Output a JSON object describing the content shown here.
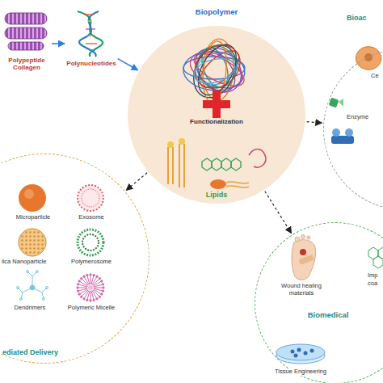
{
  "diagram": {
    "nodes": [
      {
        "text": [
          "Biopolymer",
          "Functionalization",
          "Lipids"
        ]
      },
      {
        "text": [
          "Polypeptide Collagen"
        ]
      },
      {
        "text": [
          "Polynucleotides"
        ]
      },
      {
        "text": [
          "ediated Delivery"
        ]
      },
      {
        "text": [
          "Bioac"
        ]
      },
      {
        "text": [
          "Biomedical"
        ]
      }
    ],
    "edges": [
      {
        "from": 1,
        "to": 2,
        "arrow": "to"
      },
      {
        "from": 2,
        "to": 0,
        "arrow": "to"
      },
      {
        "from": 0,
        "to": 3,
        "arrow": "to"
      },
      {
        "from": 0,
        "to": 4,
        "arrow": "to"
      },
      {
        "from": 0,
        "to": 5,
        "arrow": "to"
      }
    ],
    "labels": [
      "Microparticle",
      "Exosome",
      "lica Nanoparticle",
      "Polymerosome",
      "Dendrimers",
      "Polymeric Micelle",
      "Ce",
      "Enzyme",
      "Wound healing materials",
      "Imp",
      "coa",
      "Tissue Engineering"
    ]
  }
}
